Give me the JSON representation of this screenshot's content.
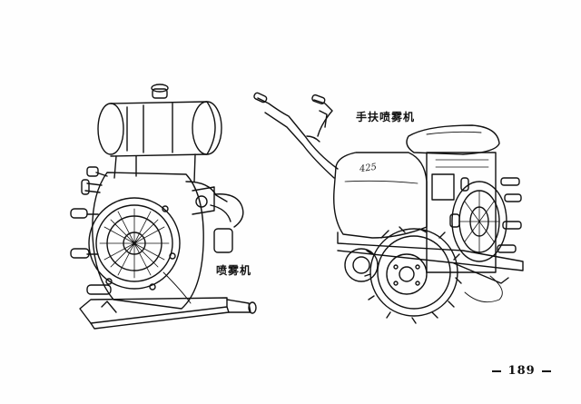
{
  "figures": {
    "left_caption": "喷雾机",
    "right_caption": "手扶喷雾机",
    "right_model_mark": "425"
  },
  "page_number": "189"
}
